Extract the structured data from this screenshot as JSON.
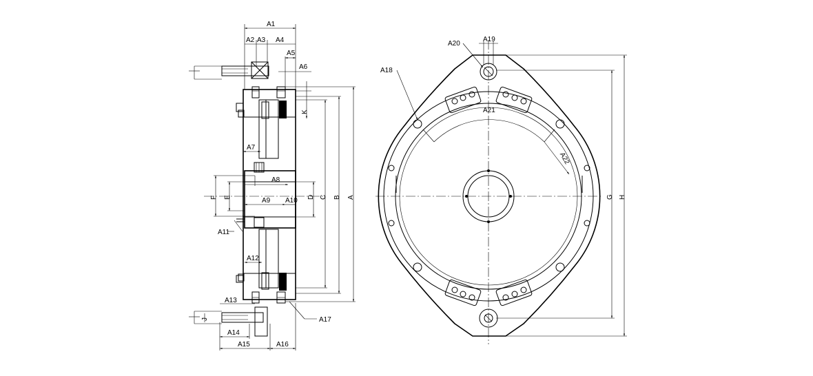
{
  "side_view": {
    "labels": {
      "A1": "A1",
      "A2": "A2",
      "A3": "A3",
      "A4": "A4",
      "A5": "A5",
      "A6": "A6",
      "A7": "A7",
      "A8": "A8",
      "A9": "A9",
      "A10": "A10",
      "A11": "A11",
      "A12": "A12",
      "A13": "A13",
      "A14": "A14",
      "A15": "A15",
      "A16": "A16",
      "A17": "A17",
      "A": "A",
      "B": "B",
      "C": "C",
      "D": "D",
      "E": "E",
      "F": "F",
      "J": "J",
      "K": "K"
    }
  },
  "front_view": {
    "labels": {
      "A18": "A18",
      "A19": "A19",
      "A20": "A20",
      "A21": "A21",
      "A22": "A22",
      "G": "G",
      "H": "H"
    }
  }
}
